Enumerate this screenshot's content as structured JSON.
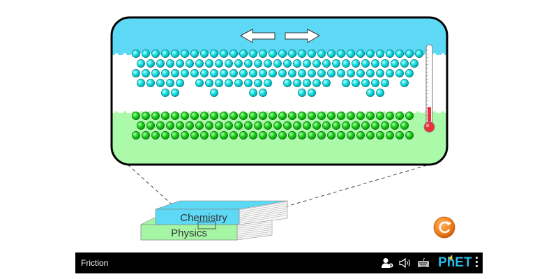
{
  "app": {
    "title": "Friction"
  },
  "books": {
    "top": {
      "label": "Chemistry",
      "color": "#5ed9f5"
    },
    "bottom": {
      "label": "Physics",
      "color": "#a5f5a5"
    }
  },
  "magnifier": {
    "top_book_color": "#5ed9f5",
    "bottom_book_color": "#aafaaa",
    "top_atom_color": "#00e5e5",
    "bottom_atom_color": "#1fd31f",
    "top_atom_rows": [
      {
        "offset": 0,
        "columns": [
          0,
          1,
          2,
          3,
          4,
          5,
          6,
          7,
          8,
          9,
          10,
          11,
          12,
          13,
          14,
          15,
          16,
          17,
          18,
          19,
          20,
          21,
          22,
          23,
          24,
          25,
          26,
          27,
          28,
          29
        ]
      },
      {
        "offset": 1,
        "columns": [
          0,
          1,
          2,
          3,
          4,
          5,
          6,
          7,
          8,
          9,
          10,
          11,
          12,
          13,
          14,
          15,
          16,
          17,
          18,
          19,
          20,
          21,
          22,
          23,
          24,
          25,
          26,
          27,
          28
        ]
      },
      {
        "offset": 0,
        "columns": [
          0,
          1,
          2,
          3,
          4,
          5,
          6,
          7,
          8,
          9,
          10,
          11,
          12,
          13,
          14,
          15,
          16,
          17,
          18,
          19,
          20,
          21,
          22,
          23,
          24,
          25,
          26,
          27,
          28
        ]
      },
      {
        "offset": 1,
        "columns": [
          0,
          1,
          2,
          3,
          4,
          6,
          7,
          8,
          9,
          10,
          11,
          12,
          13,
          15,
          16,
          17,
          18,
          19,
          21,
          22,
          23,
          24,
          25,
          27
        ]
      },
      {
        "offset": 0,
        "columns": [
          3,
          4,
          8,
          12,
          13,
          17,
          18,
          24,
          25
        ]
      }
    ],
    "bottom_atom_rows": [
      {
        "offset": 0,
        "columns": [
          0,
          1,
          2,
          3,
          4,
          5,
          6,
          7,
          8,
          9,
          10,
          11,
          12,
          13,
          14,
          15,
          16,
          17,
          18,
          19,
          20,
          21,
          22,
          23,
          24,
          25,
          26,
          27,
          28
        ]
      },
      {
        "offset": 1,
        "columns": [
          0,
          1,
          2,
          3,
          4,
          5,
          6,
          7,
          8,
          9,
          10,
          11,
          12,
          13,
          14,
          15,
          16,
          17,
          18,
          19,
          20,
          21,
          22,
          23,
          24,
          25,
          26,
          27
        ]
      },
      {
        "offset": 0,
        "columns": [
          0,
          1,
          2,
          3,
          4,
          5,
          6,
          7,
          8,
          9,
          10,
          11,
          12,
          13,
          14,
          15,
          16,
          17,
          18,
          19,
          20,
          21,
          22,
          23,
          24,
          25,
          26,
          27,
          28
        ]
      }
    ],
    "drag_arrows": {
      "left": "move-left",
      "right": "move-right"
    }
  },
  "thermometer": {
    "level_fraction": 0.25,
    "fluid_color": "#e8323c"
  },
  "controls": {
    "reset_all": "reset-all"
  },
  "navbar": {
    "icons": [
      "account-icon",
      "audio-icon",
      "keyboard-icon"
    ],
    "logo": {
      "p": "P",
      "h": "h",
      "et": "ET"
    }
  }
}
